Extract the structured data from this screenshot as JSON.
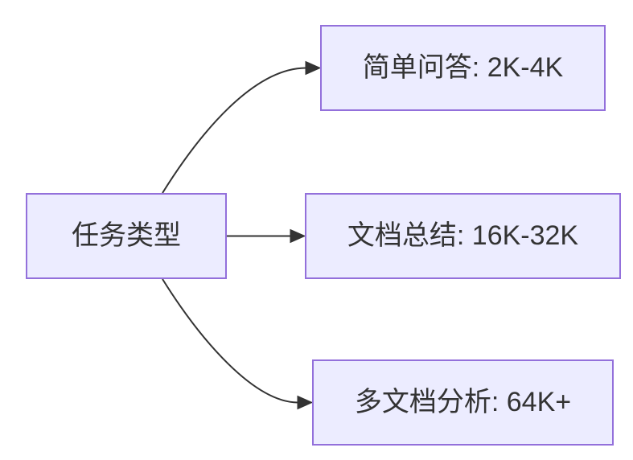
{
  "diagram": {
    "type": "flowchart",
    "direction": "LR",
    "colors": {
      "background": "#ffffff",
      "node_fill": "#ececff",
      "node_border": "#9370db",
      "edge": "#333333",
      "text": "#333333"
    },
    "nodes": [
      {
        "id": "task-type",
        "label": "任务类型"
      },
      {
        "id": "simple-qa",
        "label": "简单问答: 2K-4K"
      },
      {
        "id": "doc-summary",
        "label": "文档总结: 16K-32K"
      },
      {
        "id": "multi-doc-analysis",
        "label": "多文档分析: 64K+"
      }
    ],
    "edges": [
      {
        "from": "task-type",
        "to": "simple-qa"
      },
      {
        "from": "task-type",
        "to": "doc-summary"
      },
      {
        "from": "task-type",
        "to": "multi-doc-analysis"
      }
    ]
  }
}
